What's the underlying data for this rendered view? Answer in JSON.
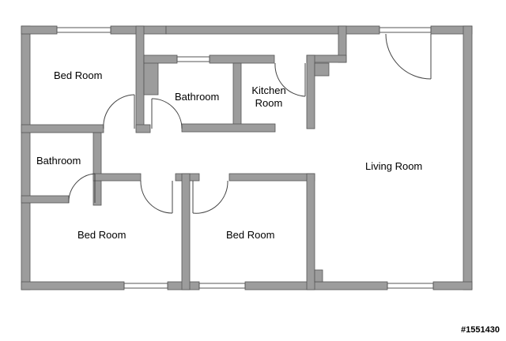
{
  "rooms": {
    "bedroom_top_left": "Bed Room",
    "bathroom_center": "Bathroom",
    "kitchen": "Kitchen Room",
    "bathroom_left": "Bathroom",
    "living_room": "Living Room",
    "bedroom_bottom_left": "Bed Room",
    "bedroom_bottom_center": "Bed Room"
  },
  "watermark": "#1551430",
  "colors": {
    "wall": "#9c9c9c",
    "wall_edge": "#555555",
    "door_line": "#444444",
    "window": "#ffffff"
  }
}
